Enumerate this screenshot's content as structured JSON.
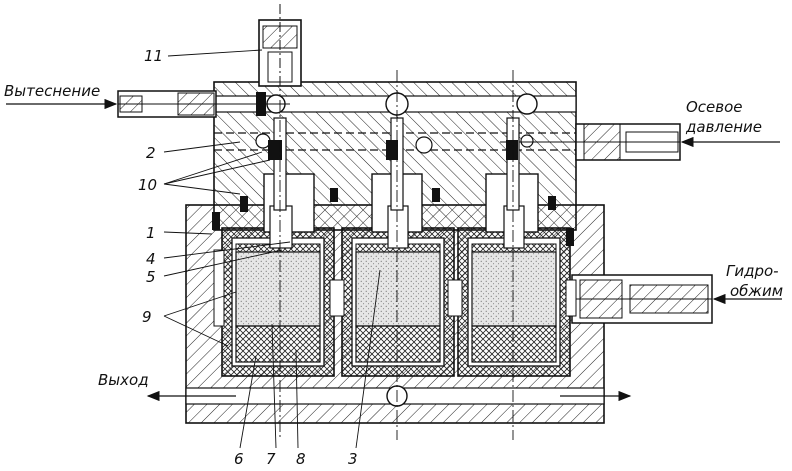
{
  "labels": {
    "vytesnenie": "Вытеснение",
    "osevoe": "Осевое",
    "davlenie": "давление",
    "gidro": "Гидро-",
    "obzhim": "обжим",
    "vykhod": "Выход"
  },
  "numbers": {
    "n1": "1",
    "n2": "2",
    "n3": "3",
    "n4": "4",
    "n5": "5",
    "n6": "6",
    "n7": "7",
    "n8": "8",
    "n9": "9",
    "n10": "10",
    "n11": "11"
  },
  "colors": {
    "ink": "#111111",
    "sample": "#d8d8d8",
    "paper": "#ffffff"
  }
}
